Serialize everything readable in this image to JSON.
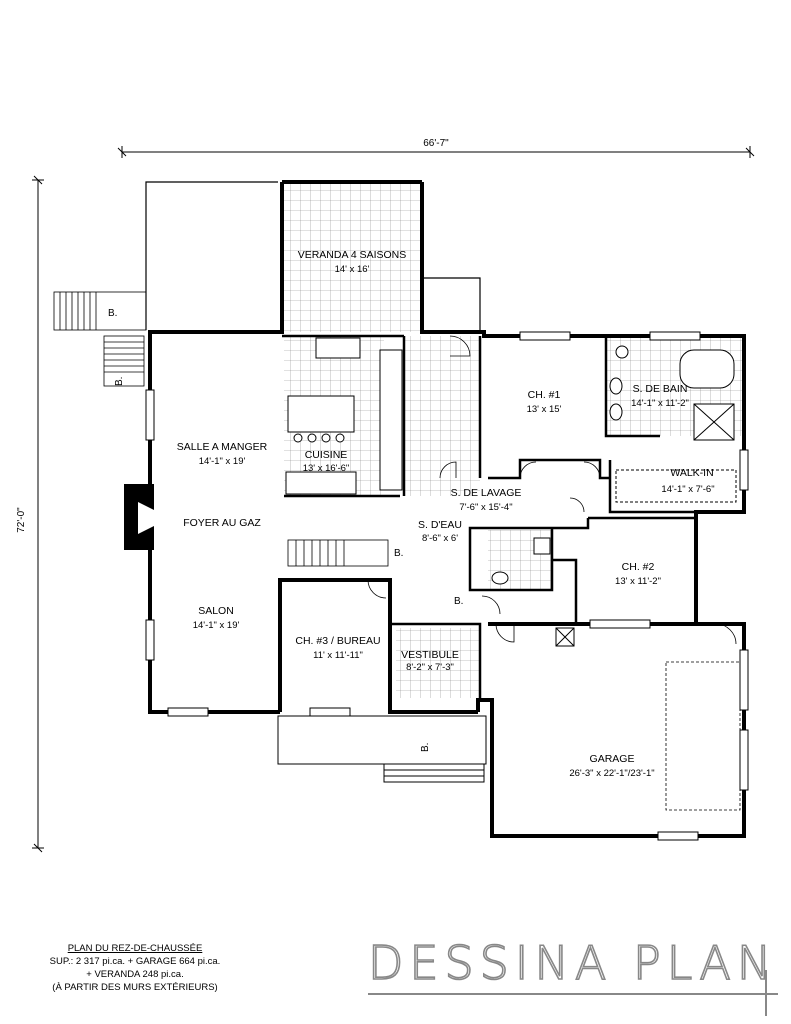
{
  "dimensions": {
    "width": "66'-7\"",
    "depth": "72'-0\""
  },
  "rooms": [
    {
      "name": "VERANDA 4 SAISONS",
      "size": "14' x 16'"
    },
    {
      "name": "SALLE A MANGER",
      "size": "14'-1\" x 19'"
    },
    {
      "name": "CUISINE",
      "size": "13' x 16'-6\""
    },
    {
      "name": "CH. #1",
      "size": "13' x 15'"
    },
    {
      "name": "S. DE BAIN",
      "size": "14'-1\" x 11'-2\""
    },
    {
      "name": "WALK-IN",
      "size": "14'-1\" x 7'-6\""
    },
    {
      "name": "S. DE LAVAGE",
      "size": "7'-6\" x 15'-4\""
    },
    {
      "name": "S. D'EAU",
      "size": "8'-6\" x 6'"
    },
    {
      "name": "CH. #2",
      "size": "13' x 11'-2\""
    },
    {
      "name": "SALON",
      "size": "14'-1\" x 19'"
    },
    {
      "name": "CH. #3 / BUREAU",
      "size": "11' x 11'-11\""
    },
    {
      "name": "VESTIBULE",
      "size": "8'-2\" x 7'-3\""
    },
    {
      "name": "GARAGE",
      "size": "26'-3\" x 22'-1\"/23'-1\""
    }
  ],
  "fireplace": "FOYER AU GAZ",
  "stair_marks": [
    "B.",
    "B.",
    "B.",
    "B.",
    "B."
  ],
  "caption": {
    "title": "PLAN DU REZ-DE-CHAUSSÉE",
    "line1": "SUP.: 2 317 pi.ca. + GARAGE 664 pi.ca.",
    "line2": "+ VERANDA 248 pi.ca.",
    "line3": "(À PARTIR DES MURS EXTÉRIEURS)"
  },
  "logo": "DESSINA PLAN"
}
